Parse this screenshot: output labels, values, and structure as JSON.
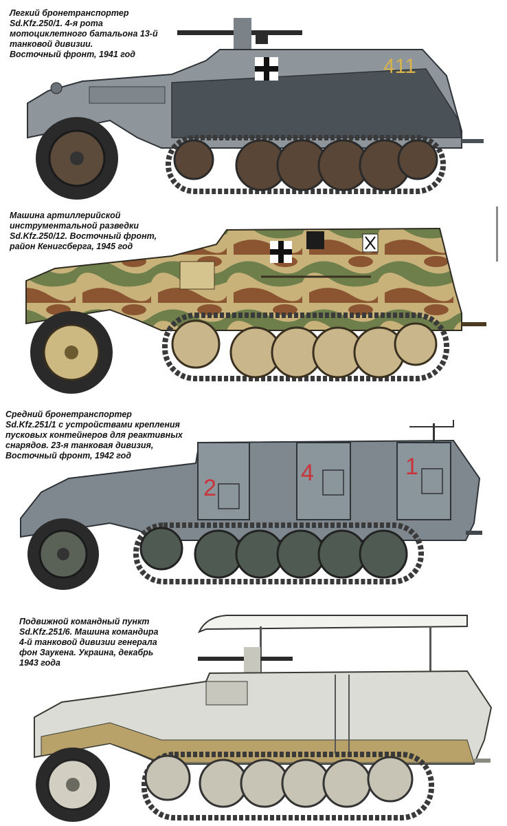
{
  "plates": [
    {
      "caption": "Легкий бронетранспортер\nSd.Kfz.250/1. 4-я рота\nмотоциклетного батальона 13-й\nтанковой дивизии.\nВосточный фронт, 1941 год",
      "hull_number": "411",
      "colors": {
        "upper": "#8e969c",
        "lower": "#5f6870",
        "dark": "#3e454b",
        "wheel": "#5a4636",
        "marking": "#d9b24a"
      }
    },
    {
      "caption": "Машина артиллерийской\nинструментальной разведки\nSd.Kfz.250/12. Восточный фронт,\nрайон Кенигсберга, 1945 год",
      "colors": {
        "base": "#c8b27a",
        "green": "#6e7f4c",
        "brown": "#8c5532",
        "wheel": "#c9b68a"
      }
    },
    {
      "caption": "Средний бронетранспортер\nSd.Kfz.251/1  с устройствами крепления\nпусковых контейнеров для реактивных\nснарядов. 23-я танковая дивизия,\nВосточный фронт, 1942 год",
      "rack_numbers": [
        "2",
        "4",
        "1"
      ],
      "colors": {
        "upper": "#8b959c",
        "lower": "#6c757c",
        "dark": "#40474d",
        "wheel": "#4f5a52",
        "marking": "#c8343a"
      }
    },
    {
      "caption": "Подвижной командный пункт\nSd.Kfz.251/6. Машина командира\n4-й танковой дивизии генерала\nфон Заукена. Украина, декабрь\n1943 года",
      "colors": {
        "upper": "#dcdcd6",
        "lower": "#c8c7bd",
        "dark": "#8a8a80",
        "wheel": "#c7c3b5",
        "stripe": "#9c8a55"
      }
    }
  ]
}
